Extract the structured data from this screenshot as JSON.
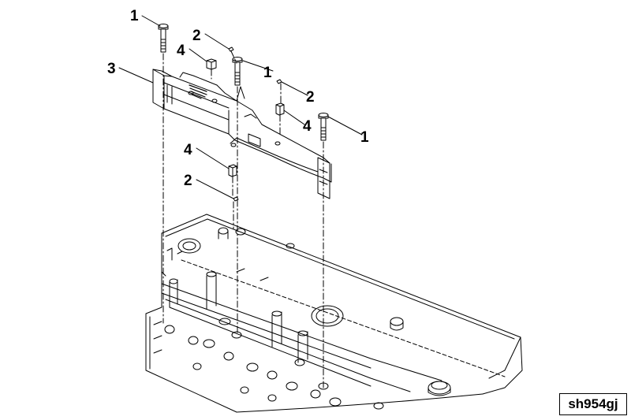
{
  "diagram": {
    "reference_code": "sh954gj",
    "callouts": [
      {
        "id": "c1a",
        "label": "1"
      },
      {
        "id": "c2a",
        "label": "2"
      },
      {
        "id": "c4a",
        "label": "4"
      },
      {
        "id": "c3",
        "label": "3"
      },
      {
        "id": "c1b",
        "label": "1"
      },
      {
        "id": "c2b",
        "label": "2"
      },
      {
        "id": "c4b",
        "label": "4"
      },
      {
        "id": "c1c",
        "label": "1"
      },
      {
        "id": "c4c",
        "label": "4"
      },
      {
        "id": "c2c",
        "label": "2"
      }
    ],
    "colors": {
      "line": "#000000",
      "background": "#ffffff"
    }
  }
}
